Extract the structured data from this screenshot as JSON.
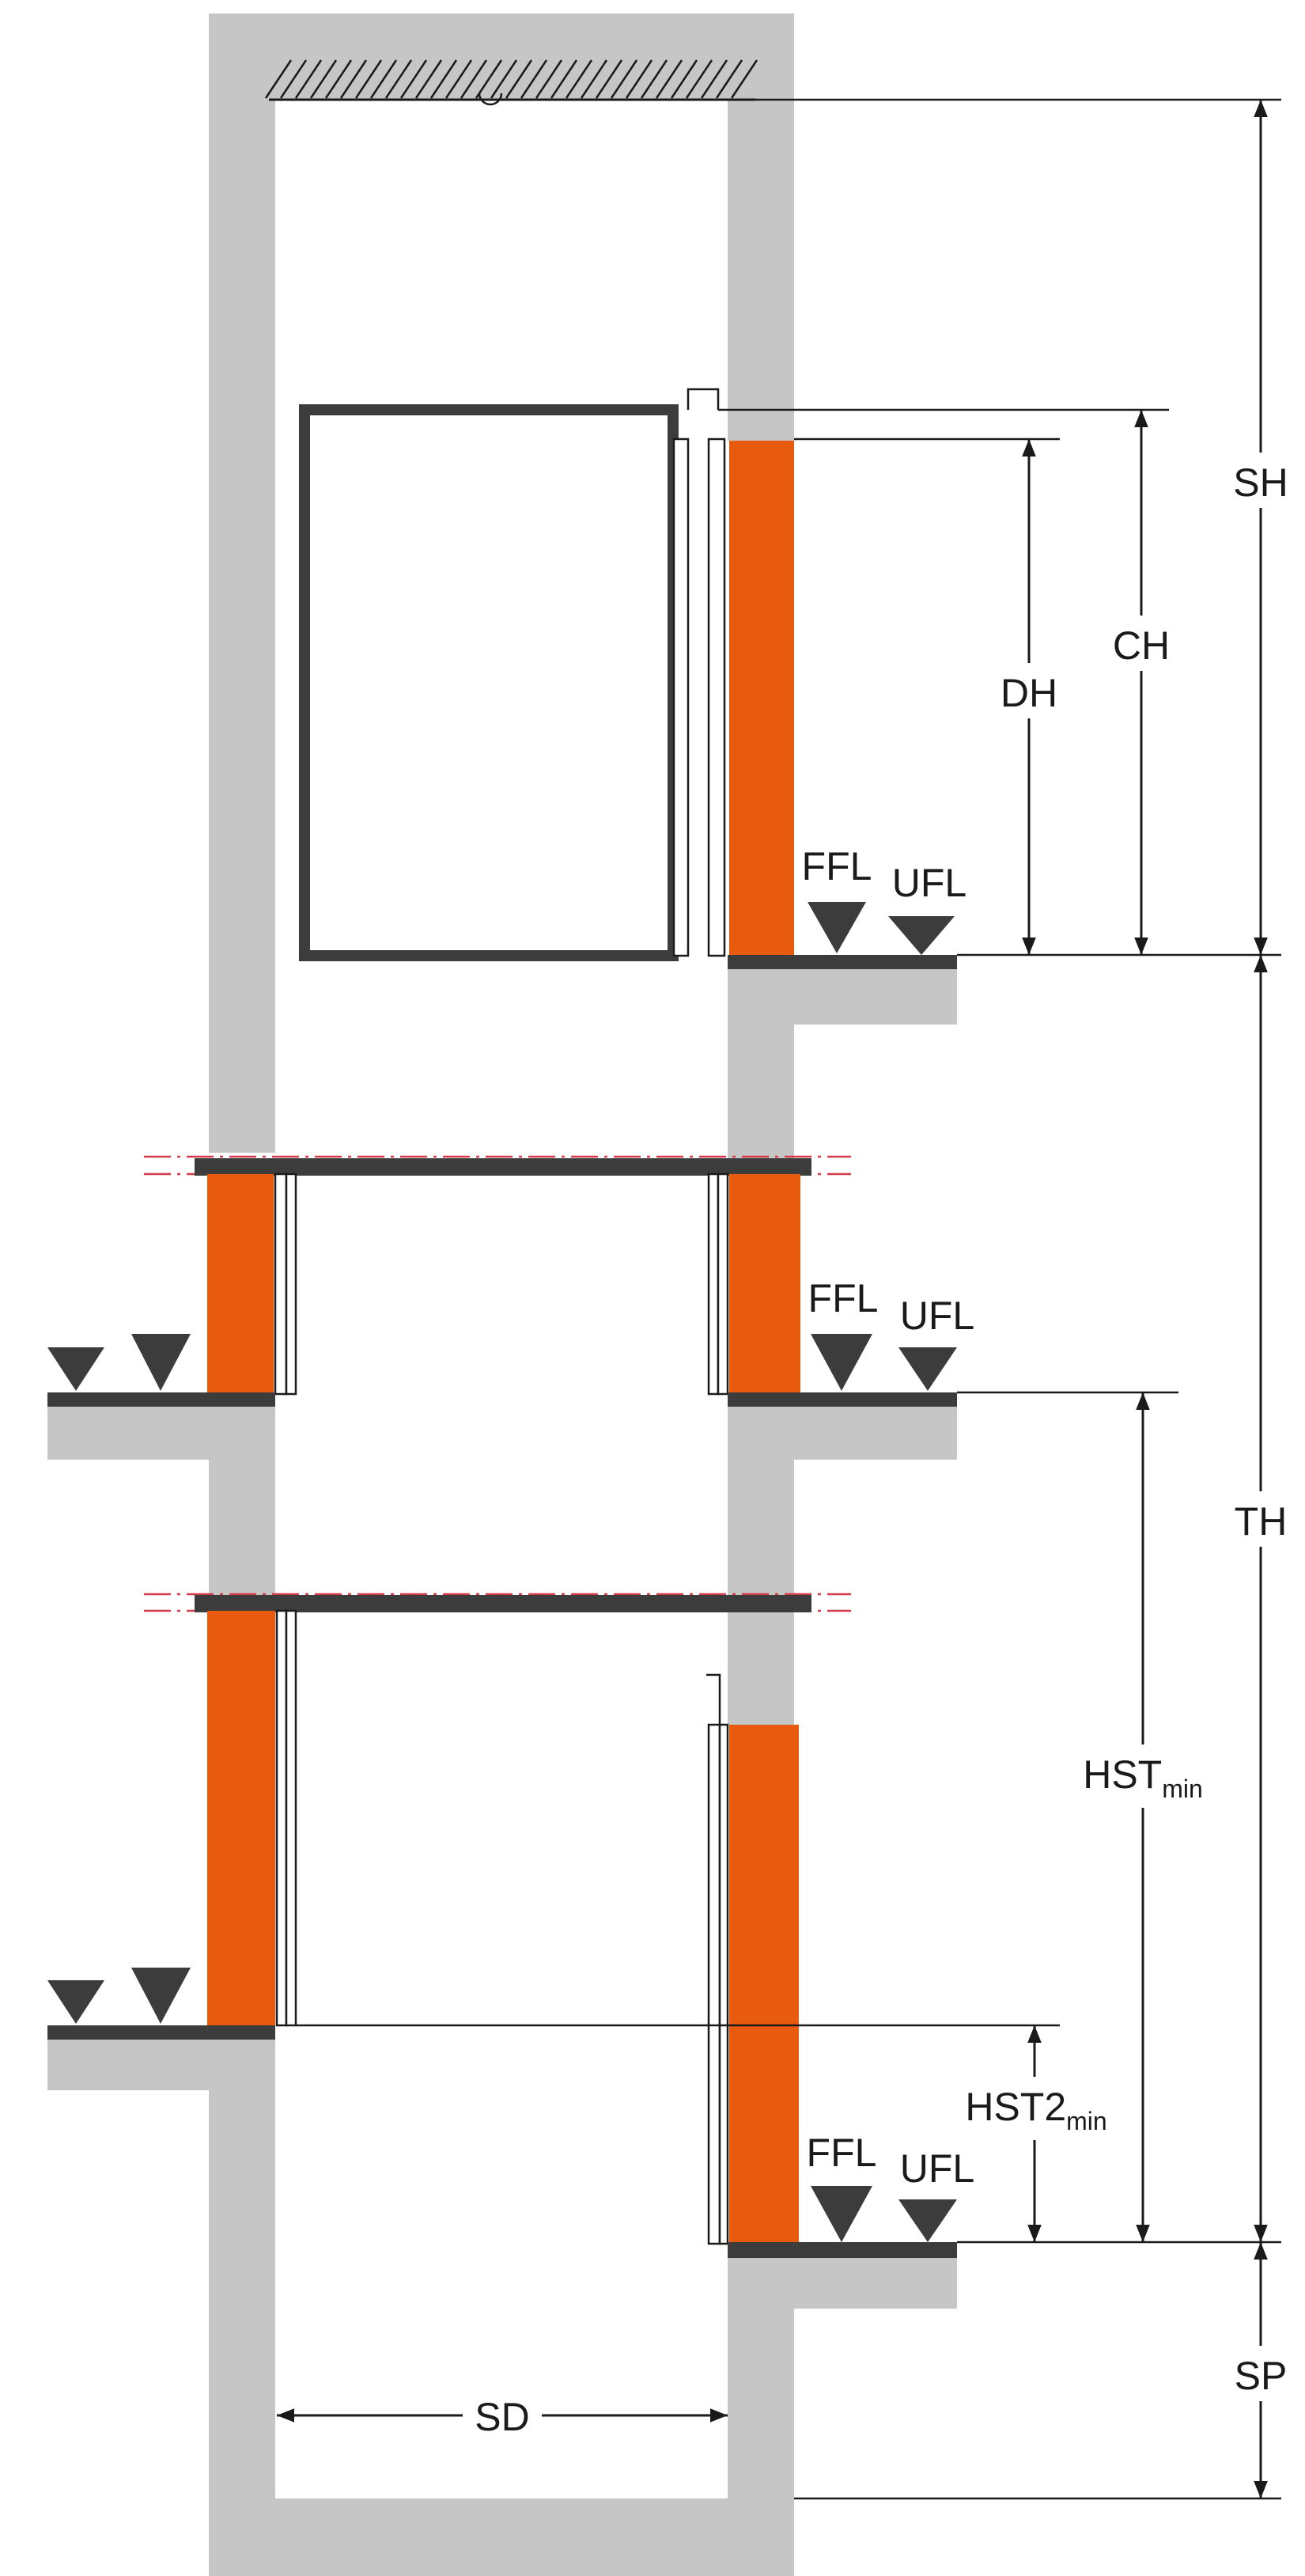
{
  "labels": {
    "sh": "SH",
    "ch": "CH",
    "dh": "DH",
    "th": "TH",
    "sp": "SP",
    "sd": "SD",
    "hst": "HST",
    "hst_sub": "min",
    "hst2": "HST2",
    "hst2_sub": "min",
    "ffl": "FFL",
    "ufl": "UFL"
  },
  "colors": {
    "wall": "#c6c6c6",
    "door": "#e85a0e",
    "sill": "#3c3c3c",
    "line": "#1a1a1a",
    "dashdot": "#d43a4a"
  }
}
